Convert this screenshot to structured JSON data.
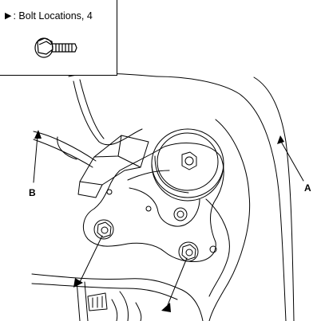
{
  "legend": {
    "marker_icon": "right-triangle-pointer",
    "text": ": Bolt Locations, 4",
    "bolt_icon": "flanged-hex-bolt-icon"
  },
  "callouts": {
    "a": "A",
    "b": "B"
  },
  "colors": {
    "line": "#000000",
    "background": "#ffffff"
  }
}
